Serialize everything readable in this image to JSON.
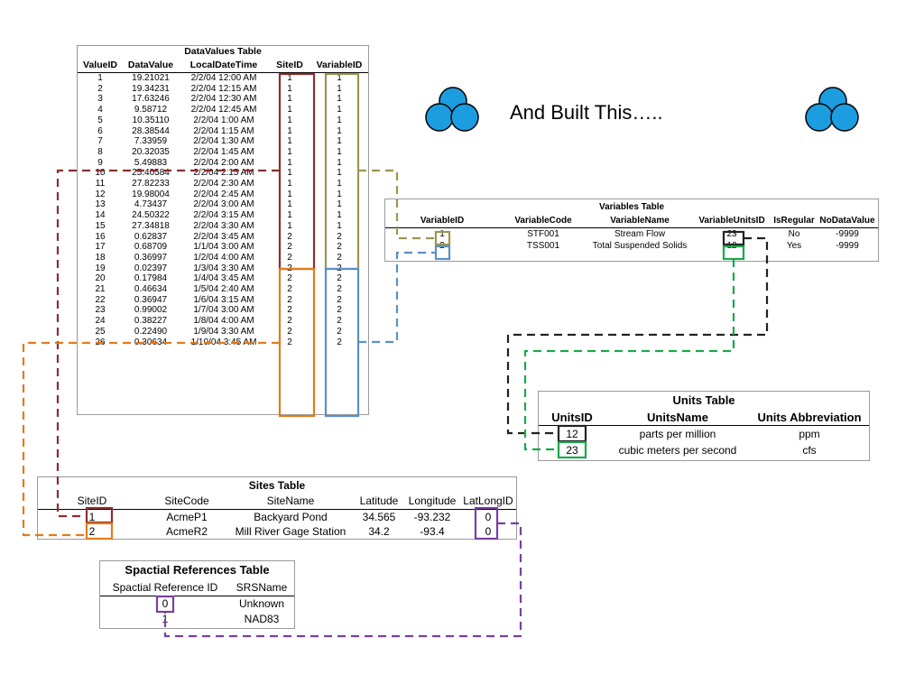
{
  "headline": "And Built This…..",
  "colors": {
    "red": "#8b2e2e",
    "olive": "#9b9650",
    "orange": "#e07b1e",
    "blue": "#5b8fc8",
    "black": "#222222",
    "green": "#1aa84a",
    "purple": "#7a3fa0",
    "logo": "#1b9de0"
  },
  "data_values": {
    "title": "DataValues Table",
    "headers": [
      "ValueID",
      "DataValue",
      "LocalDateTime",
      "SiteID",
      "VariableID"
    ],
    "rows": [
      [
        "1",
        "19.21021",
        "2/2/04 12:00 AM",
        "1",
        "1"
      ],
      [
        "2",
        "19.34231",
        "2/2/04 12:15 AM",
        "1",
        "1"
      ],
      [
        "3",
        "17.63246",
        "2/2/04 12:30 AM",
        "1",
        "1"
      ],
      [
        "4",
        "9.58712",
        "2/2/04 12:45 AM",
        "1",
        "1"
      ],
      [
        "5",
        "10.35110",
        "2/2/04 1:00 AM",
        "1",
        "1"
      ],
      [
        "6",
        "28.38544",
        "2/2/04 1:15 AM",
        "1",
        "1"
      ],
      [
        "7",
        "7.33959",
        "2/2/04 1:30 AM",
        "1",
        "1"
      ],
      [
        "8",
        "20.32035",
        "2/2/04 1:45 AM",
        "1",
        "1"
      ],
      [
        "9",
        "5.49883",
        "2/2/04 2:00 AM",
        "1",
        "1"
      ],
      [
        "10",
        "25.40584",
        "2/2/04 2:15 AM",
        "1",
        "1"
      ],
      [
        "11",
        "27.82233",
        "2/2/04 2:30 AM",
        "1",
        "1"
      ],
      [
        "12",
        "19.98004",
        "2/2/04 2:45 AM",
        "1",
        "1"
      ],
      [
        "13",
        "4.73437",
        "2/2/04 3:00 AM",
        "1",
        "1"
      ],
      [
        "14",
        "24.50322",
        "2/2/04 3:15 AM",
        "1",
        "1"
      ],
      [
        "15",
        "27.34818",
        "2/2/04 3:30 AM",
        "1",
        "1"
      ],
      [
        "16",
        "0.62837",
        "2/2/04 3:45 AM",
        "2",
        "2"
      ],
      [
        "17",
        "0.68709",
        "1/1/04 3:00 AM",
        "2",
        "2"
      ],
      [
        "18",
        "0.36997",
        "1/2/04 4:00 AM",
        "2",
        "2"
      ],
      [
        "19",
        "0.02397",
        "1/3/04 3:30 AM",
        "2",
        "2"
      ],
      [
        "20",
        "0.17984",
        "1/4/04 3:45 AM",
        "2",
        "2"
      ],
      [
        "21",
        "0.46634",
        "1/5/04 2:40 AM",
        "2",
        "2"
      ],
      [
        "22",
        "0.36947",
        "1/6/04 3:15 AM",
        "2",
        "2"
      ],
      [
        "23",
        "0.99002",
        "1/7/04 3:00 AM",
        "2",
        "2"
      ],
      [
        "24",
        "0.38227",
        "1/8/04 4:00 AM",
        "2",
        "2"
      ],
      [
        "25",
        "0.22490",
        "1/9/04 3:30 AM",
        "2",
        "2"
      ],
      [
        "26",
        "0.30634",
        "1/10/04 3:45 AM",
        "2",
        "2"
      ]
    ]
  },
  "variables": {
    "title": "Variables Table",
    "headers": [
      "VariableID",
      "VariableCode",
      "VariableName",
      "VariableUnitsID",
      "IsRegular",
      "NoDataValue"
    ],
    "rows": [
      [
        "1",
        "STF001",
        "Stream Flow",
        "23",
        "No",
        "-9999"
      ],
      [
        "2",
        "TSS001",
        "Total Suspended Solids",
        "12",
        "Yes",
        "-9999"
      ]
    ]
  },
  "units": {
    "title": "Units Table",
    "headers": [
      "UnitsID",
      "UnitsName",
      "Units Abbreviation"
    ],
    "rows": [
      [
        "12",
        "parts per million",
        "ppm"
      ],
      [
        "23",
        "cubic meters per second",
        "cfs"
      ]
    ]
  },
  "sites": {
    "title": "Sites Table",
    "headers": [
      "SiteID",
      "SiteCode",
      "SiteName",
      "Latitude",
      "Longitude",
      "LatLongID"
    ],
    "rows": [
      [
        "1",
        "AcmeP1",
        "Backyard Pond",
        "34.565",
        "-93.232",
        "0"
      ],
      [
        "2",
        "AcmeR2",
        "Mill River Gage Station",
        "34.2",
        "-93.4",
        "0"
      ]
    ]
  },
  "spatial": {
    "title": "Spactial References Table",
    "headers": [
      "Spactial Reference ID",
      "SRSName"
    ],
    "rows": [
      [
        "0",
        "Unknown"
      ],
      [
        "1",
        "NAD83"
      ]
    ]
  }
}
